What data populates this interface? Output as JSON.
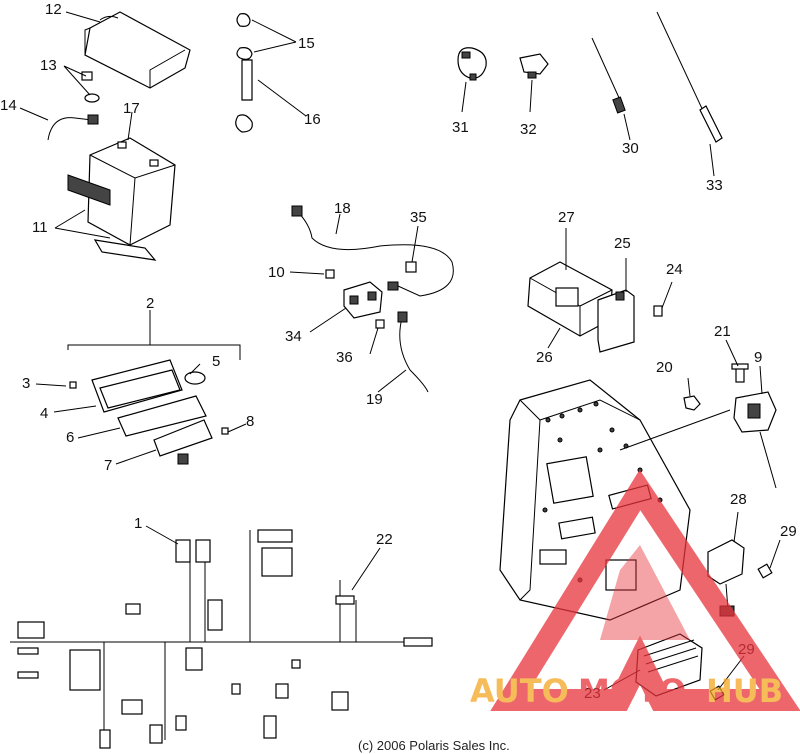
{
  "callouts": {
    "n1": "1",
    "n2": "2",
    "n3": "3",
    "n4": "4",
    "n5": "5",
    "n6": "6",
    "n7": "7",
    "n8": "8",
    "n9": "9",
    "n10": "10",
    "n11": "11",
    "n12": "12",
    "n13": "13",
    "n14": "14",
    "n15": "15",
    "n16": "16",
    "n17": "17",
    "n18": "18",
    "n19": "19",
    "n20": "20",
    "n21": "21",
    "n22": "22",
    "n23": "23",
    "n24": "24",
    "n25": "25",
    "n26": "26",
    "n27": "27",
    "n28": "28",
    "n29a": "29",
    "n29b": "29",
    "n30": "30",
    "n31": "31",
    "n32": "32",
    "n33": "33",
    "n34": "34",
    "n35": "35",
    "n36": "36"
  },
  "copyright": "(c) 2006 Polaris Sales Inc.",
  "watermark": {
    "part1": "AUTO",
    "part2": "MOTO",
    "part3": "HUB",
    "color_red": "#e8333a",
    "color_orange": "#f5a623"
  }
}
